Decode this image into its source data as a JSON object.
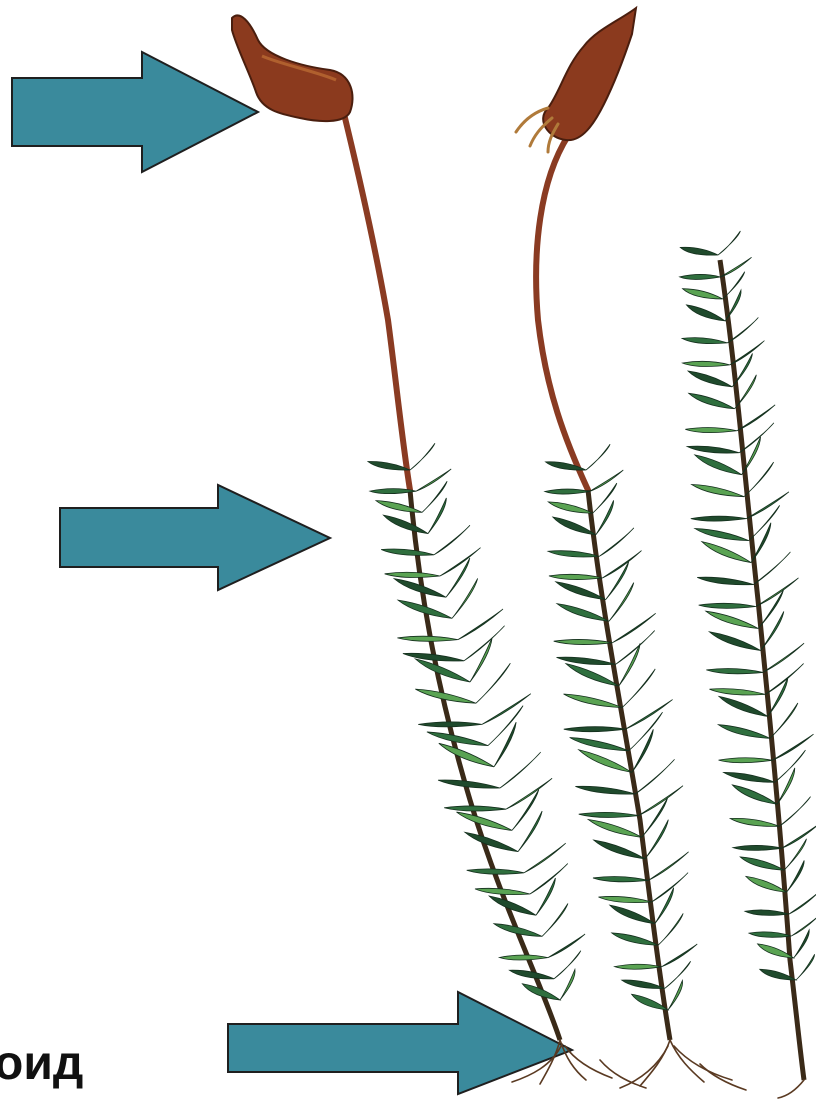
{
  "labels": {
    "rhizoid_partial": "оид"
  },
  "arrows": [
    {
      "name": "arrow-to-capsule",
      "color": "#3a8a9c"
    },
    {
      "name": "arrow-to-leafy-stem",
      "color": "#3a8a9c"
    },
    {
      "name": "arrow-to-rhizoids",
      "color": "#3a8a9c"
    }
  ],
  "colors": {
    "arrow_fill": "#3a8a9c",
    "arrow_stroke": "#1f1f1f",
    "leaf_dark": "#1f4a2c",
    "leaf_mid": "#2f6f3e",
    "leaf_light": "#5aa353",
    "stalk": "#8a3b22",
    "capsule": "#8b3a1e",
    "capsule_light": "#b0602e",
    "rhizoid": "#5a3a22"
  }
}
